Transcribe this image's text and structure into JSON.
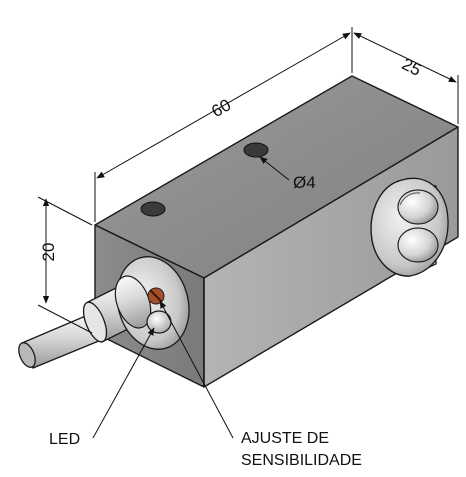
{
  "dimensions": {
    "length": "60",
    "width": "25",
    "height": "20",
    "hole_diameter": "Ø4"
  },
  "callouts": {
    "led": "LED",
    "sensitivity_line1": "AJUSTE DE",
    "sensitivity_line2": "SENSIBILIDADE"
  },
  "colors": {
    "top_face": "#909090",
    "front_face": "#8a8a8a",
    "side_face": "#a9a9a9",
    "metal_light": "#e6e6e6",
    "metal_mid": "#c8c8c8",
    "metal_dark": "#8e8e8e",
    "screw": "#a6502a",
    "line": "#111111"
  }
}
